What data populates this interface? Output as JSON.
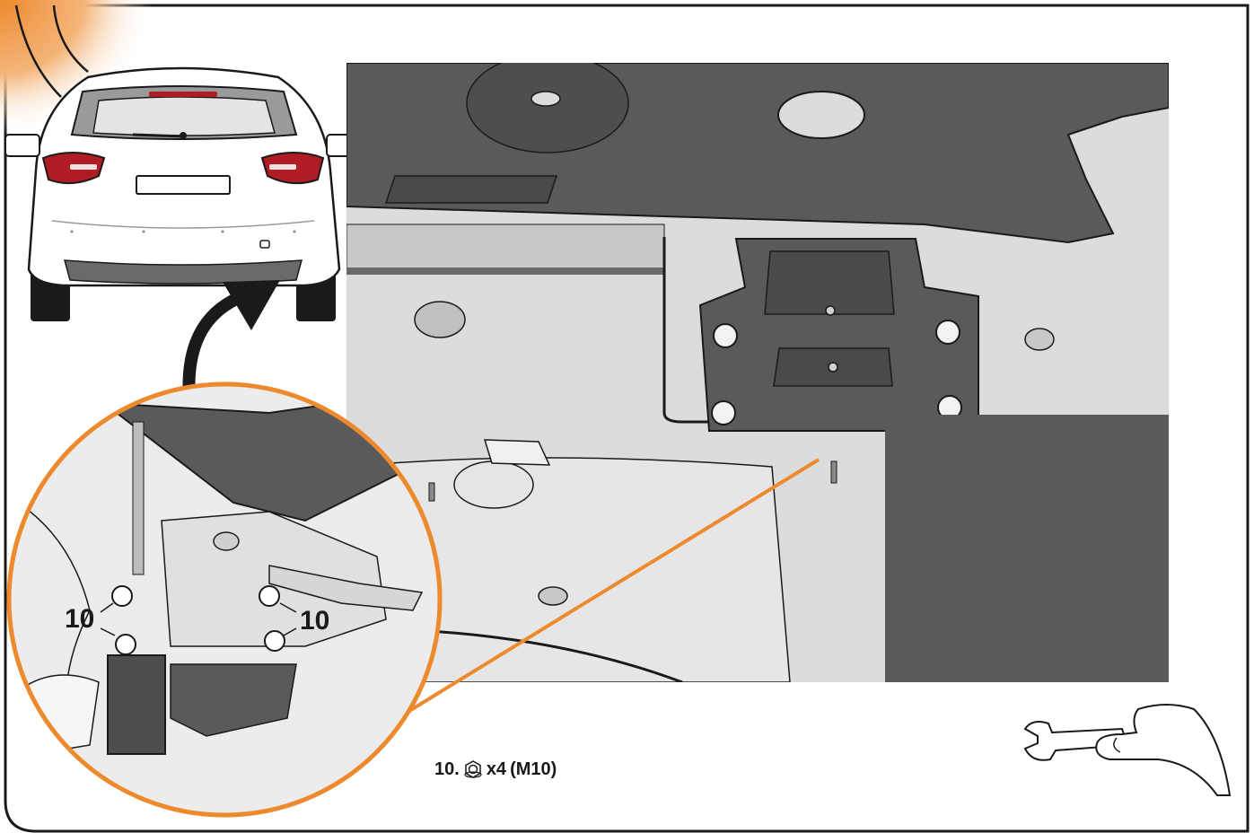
{
  "callouts": {
    "left_label": "10",
    "right_label": "10"
  },
  "caption": {
    "step_number": "10.",
    "quantity": "x4",
    "size": "(M10)"
  },
  "icons": {
    "fastener": "flange-nut-icon",
    "tool": "wrench-in-hand-icon"
  },
  "colors": {
    "accent": "#ee8a2e",
    "underbody_dark": "#5a5a5a",
    "underbody_light": "#dcdcdc",
    "taillight": "#b01c23",
    "outline": "#1a1a1a"
  }
}
